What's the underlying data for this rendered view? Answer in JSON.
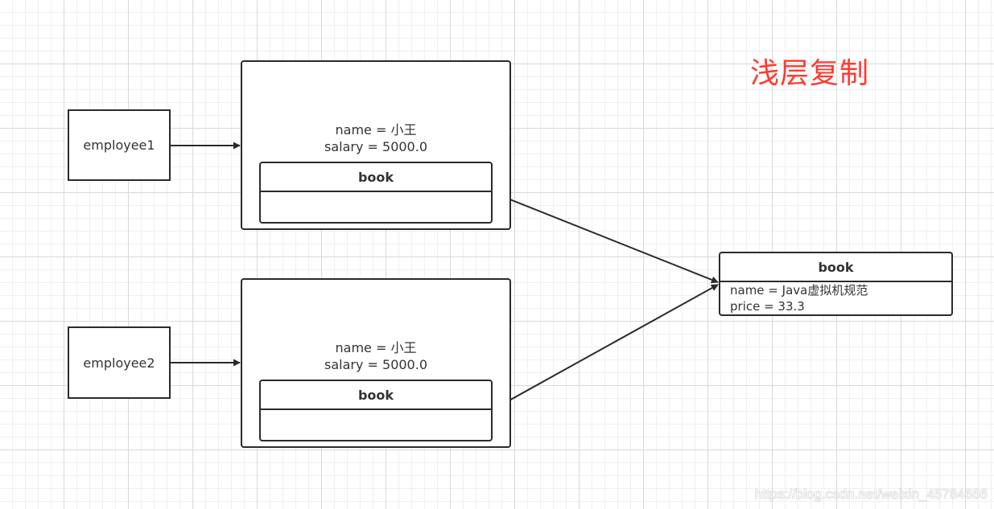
{
  "title": "浅层复制",
  "employees": [
    {
      "label": "employee1"
    },
    {
      "label": "employee2"
    }
  ],
  "objects": [
    {
      "name_line": "name = 小王",
      "salary_line": "salary = 5000.0",
      "book_label": "book"
    },
    {
      "name_line": "name = 小王",
      "salary_line": "salary = 5000.0",
      "book_label": "book"
    }
  ],
  "shared_book": {
    "header": "book",
    "name_line": "name = Java虚拟机规范",
    "price_line": "price = 33.3"
  },
  "watermark": "https://blog.csdn.net/weixin_45784666",
  "colors": {
    "title": "#ff3b30",
    "stroke": "#2b2b2b"
  }
}
